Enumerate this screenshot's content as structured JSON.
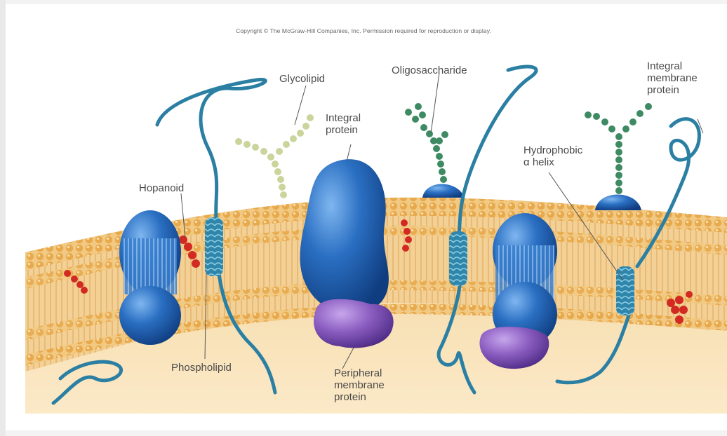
{
  "header": {
    "copyright": "Copyright © The McGraw-Hill Companies, Inc. Permission required for reproduction or display."
  },
  "labels": {
    "glycolipid": "Glycolipid",
    "oligosaccharide": "Oligosaccharide",
    "integral_protein": "Integral\nprotein",
    "integral_membrane_protein": "Integral\nmembrane\nprotein",
    "hydrophobic_helix": "Hydrophobic\nα helix",
    "hopanoid": "Hopanoid",
    "phospholipid": "Phospholipid",
    "peripheral_membrane_protein": "Peripheral\nmembrane\nprotein"
  },
  "colors": {
    "membrane_head": "#e8a94c",
    "membrane_tail": "#f1c983",
    "cytoplasm": "#f6dcab",
    "protein_blue": "#2a6fc2",
    "peripheral_purple": "#8a5cc0",
    "strand_teal": "#2b7fa3",
    "hopanoid_red": "#d22a22",
    "glycolipid_beads": "#c9d59b",
    "oligo_beads": "#3e8a63"
  }
}
